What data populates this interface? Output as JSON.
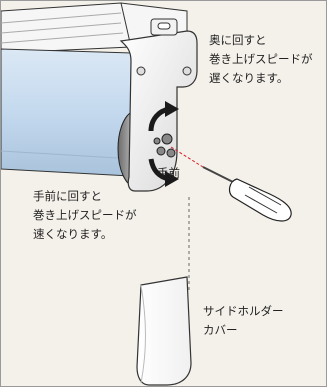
{
  "annotations": {
    "back": "奥に回すと\n巻き上げスピードが\n遅くなります。",
    "front_label": "手前",
    "front": "手前に回すと\n巻き上げスピードが\n速くなります。",
    "cover": "サイドホルダー\nカバー"
  },
  "colors": {
    "background": "#f4f1ea",
    "blind_fabric": "#c9dcef",
    "holder_metal": "#e9e9e9",
    "arrow": "#1a1a1a",
    "guide_line": "#d8202a"
  },
  "icons": {
    "rotate_back": "curved-arrow-up-icon",
    "rotate_front": "curved-arrow-down-icon",
    "tool": "screwdriver-icon"
  }
}
